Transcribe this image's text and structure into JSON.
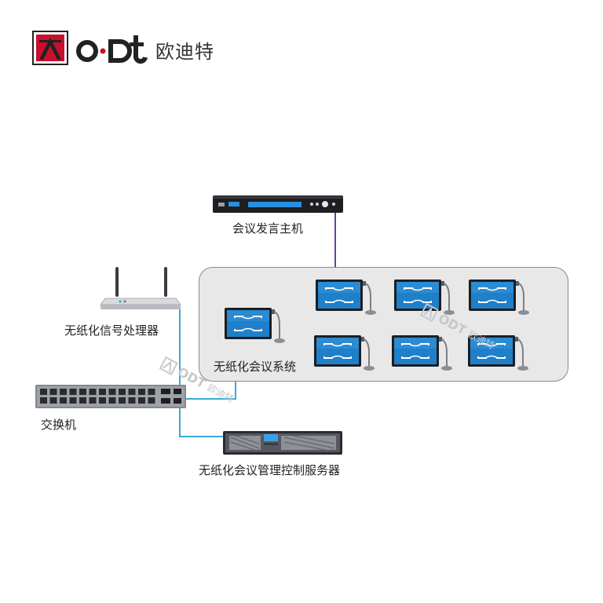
{
  "brand": {
    "logo_text": "ODT",
    "name": "欧迪特",
    "accent": "#c8102e"
  },
  "labels": {
    "host": "会议发言主机",
    "processor": "无纸化信号处理器",
    "system": "无纸化会议系统",
    "switch": "交换机",
    "server": "无纸化会议管理控制服务器"
  },
  "watermark": {
    "logo_text": "ODT",
    "name": "欧迪特"
  },
  "colors": {
    "network_cable": "#3aa9d9",
    "host_cable": "#6b3fa0",
    "system_panel": "#e8e8e8",
    "terminal_screen": "#1f7fc9"
  }
}
